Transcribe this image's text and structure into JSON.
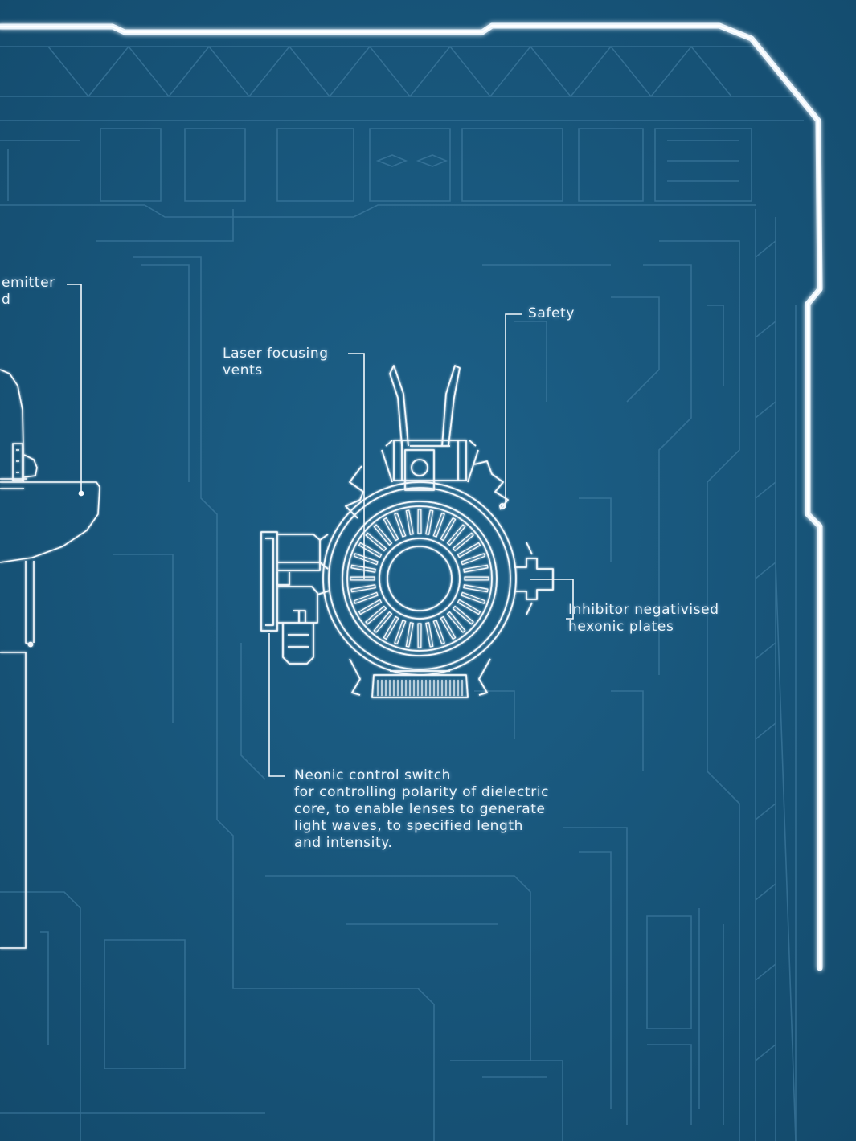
{
  "colors": {
    "background": "#1a5a80",
    "background_dark": "#154d70",
    "faint_line": "#3d7ba1",
    "frame": "#e9f3fb",
    "ink": "#f4f9fd"
  },
  "callouts": {
    "emitter": {
      "line1": "emitter",
      "line2": "d"
    },
    "laser": {
      "line1": "Laser focusing",
      "line2": "vents"
    },
    "safety": {
      "line1": "Safety"
    },
    "inhibitor": {
      "line1": "Inhibitor negativised",
      "line2": "hexonic plates"
    },
    "neonic": {
      "line1": "Neonic control switch",
      "line2": "for controlling polarity of dielectric",
      "line3": "core, to enable lenses to generate",
      "line4": "light waves, to specified length",
      "line5": "and intensity."
    }
  }
}
